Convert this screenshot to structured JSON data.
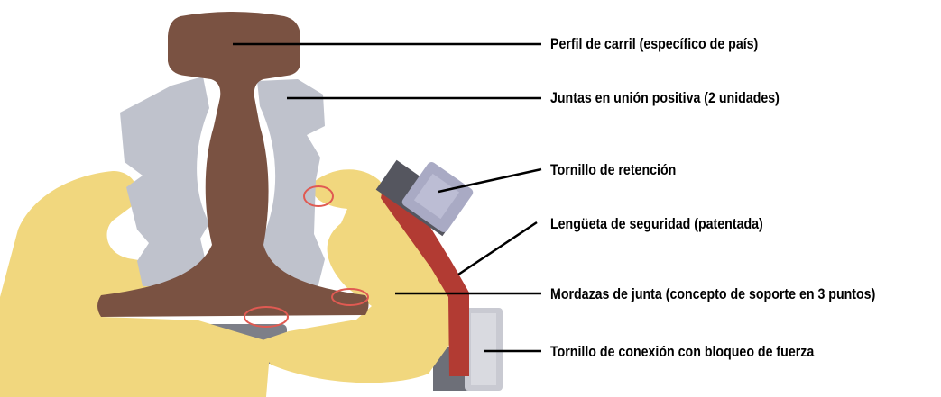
{
  "labels": {
    "rail_profile": "Perfil de carril (específico de país)",
    "joint_bars": "Juntas en unión positiva (2 unidades)",
    "retaining_bolt": "Tornillo de retención",
    "safety_tab": "Lengüeta de seguridad (patentada)",
    "clamp_jaws": "Mordazas de junta (concepto de soporte en 3 puntos)",
    "connection_bolt": "Tornillo de conexión con bloqueo de fuerza"
  },
  "colors": {
    "rail": "#7a5242",
    "joint_bars": "#bfc2cc",
    "clamp_jaws": "#f1d77e",
    "safety_tab": "#b23b33",
    "bolt": "#a9aac4",
    "connection_bolt": "#c9cad2",
    "contact_marks": "#e05a52",
    "leader_lines": "#000000"
  }
}
